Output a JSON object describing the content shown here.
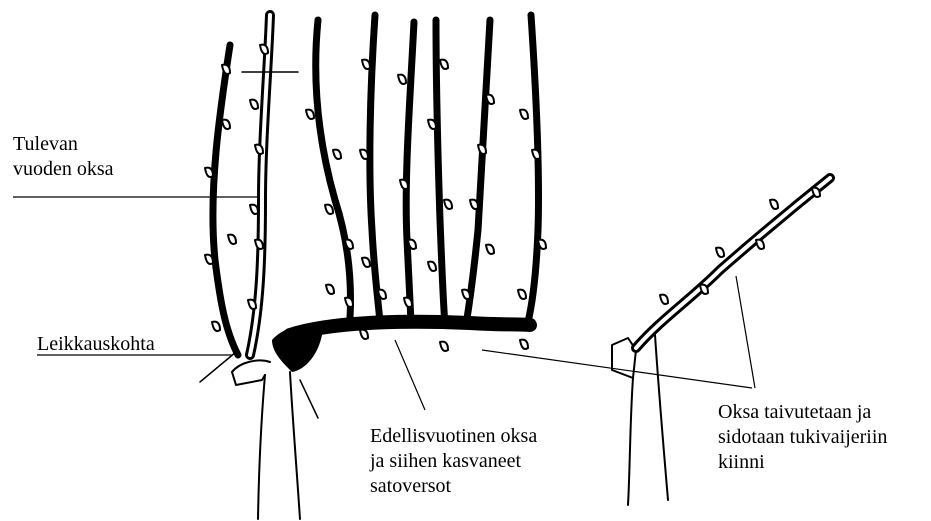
{
  "labels": {
    "next_year_branch": [
      "Tulevan",
      "vuoden oksa"
    ],
    "cutting_point": "Leikkauskohta",
    "previous_year_branch": [
      "Edellisvuotinen oksa",
      "ja siihen kasvaneet",
      "satoversot"
    ],
    "branch_bent": [
      "Oksa taivutetaan ja",
      "sidotaan tukivaijeriin",
      "kiinni"
    ]
  },
  "colors": {
    "ink": "#000000",
    "background": "#ffffff"
  }
}
